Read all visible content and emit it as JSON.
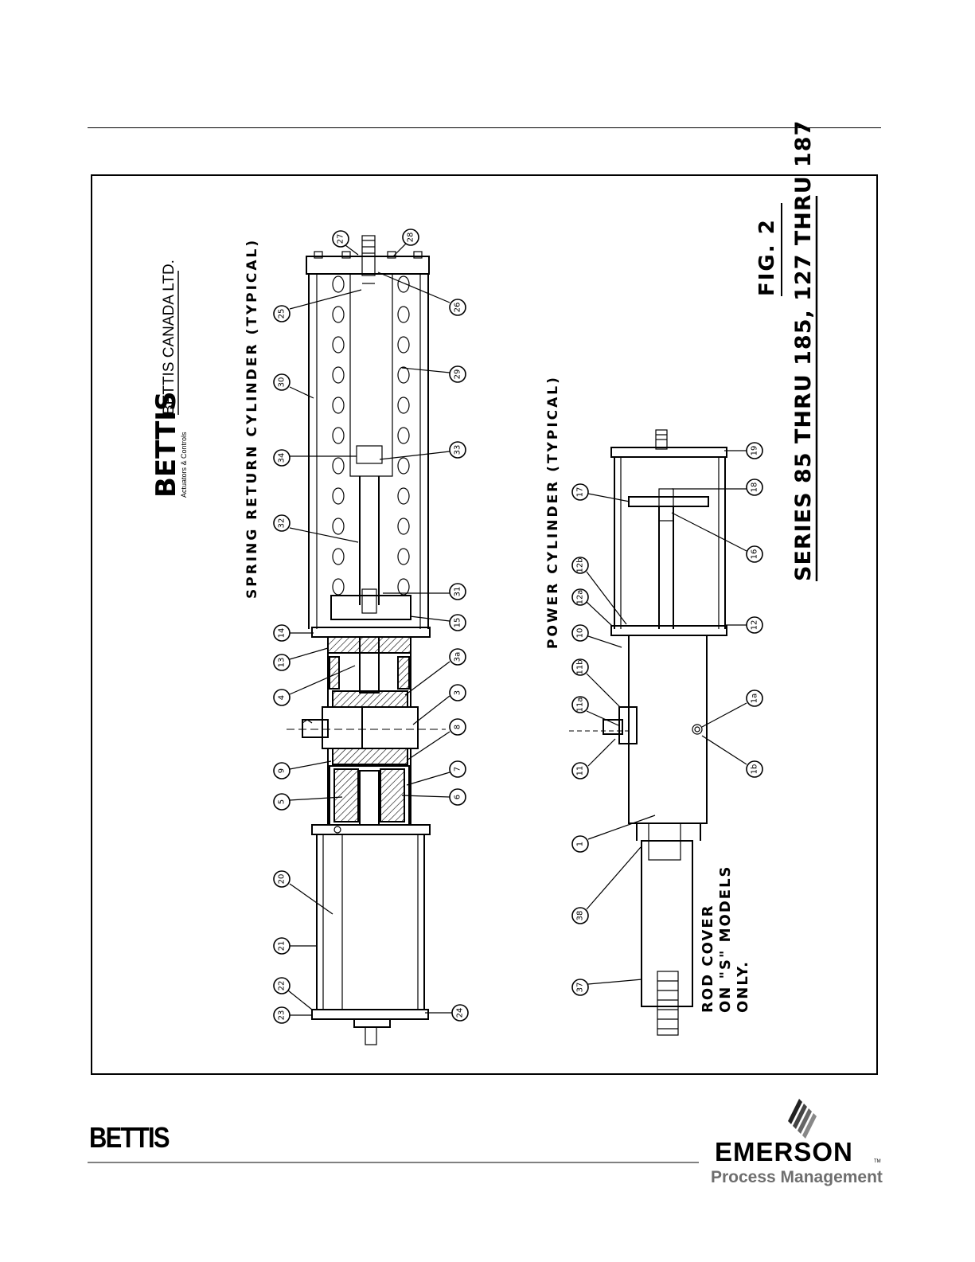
{
  "header": {
    "rule": true
  },
  "figure": {
    "company_brand": "BETTIS",
    "company_tagline": "Actuators & Controls",
    "company_name": "BETTIS CANADA LTD.",
    "spring_title": "SPRING RETURN CYLINDER (TYPICAL)",
    "power_title": "POWER CYLINDER (TYPICAL)",
    "fig_label": "FIG. 2",
    "series_label": "SERIES 85 THRU 185, 127 THRU 187",
    "rod_cover_note": [
      "ROD COVER",
      "ON \"S\" MODELS",
      "ONLY."
    ],
    "callouts_spring": [
      "27",
      "28",
      "25",
      "26",
      "30",
      "29",
      "34",
      "33",
      "32",
      "31",
      "14",
      "15",
      "13",
      "3a",
      "4",
      "3",
      "9",
      "8",
      "5",
      "7",
      "6",
      "20",
      "21",
      "22",
      "23",
      "24"
    ],
    "callouts_power": [
      "17",
      "18",
      "16",
      "19",
      "12b",
      "12a",
      "12",
      "10",
      "11b",
      "11a",
      "1a",
      "1b",
      "11",
      "1",
      "38",
      "37"
    ]
  },
  "footer": {
    "left_logo": "BETTIS",
    "brand": "EMERSON",
    "trademark": "TM",
    "division": "Process Management"
  }
}
